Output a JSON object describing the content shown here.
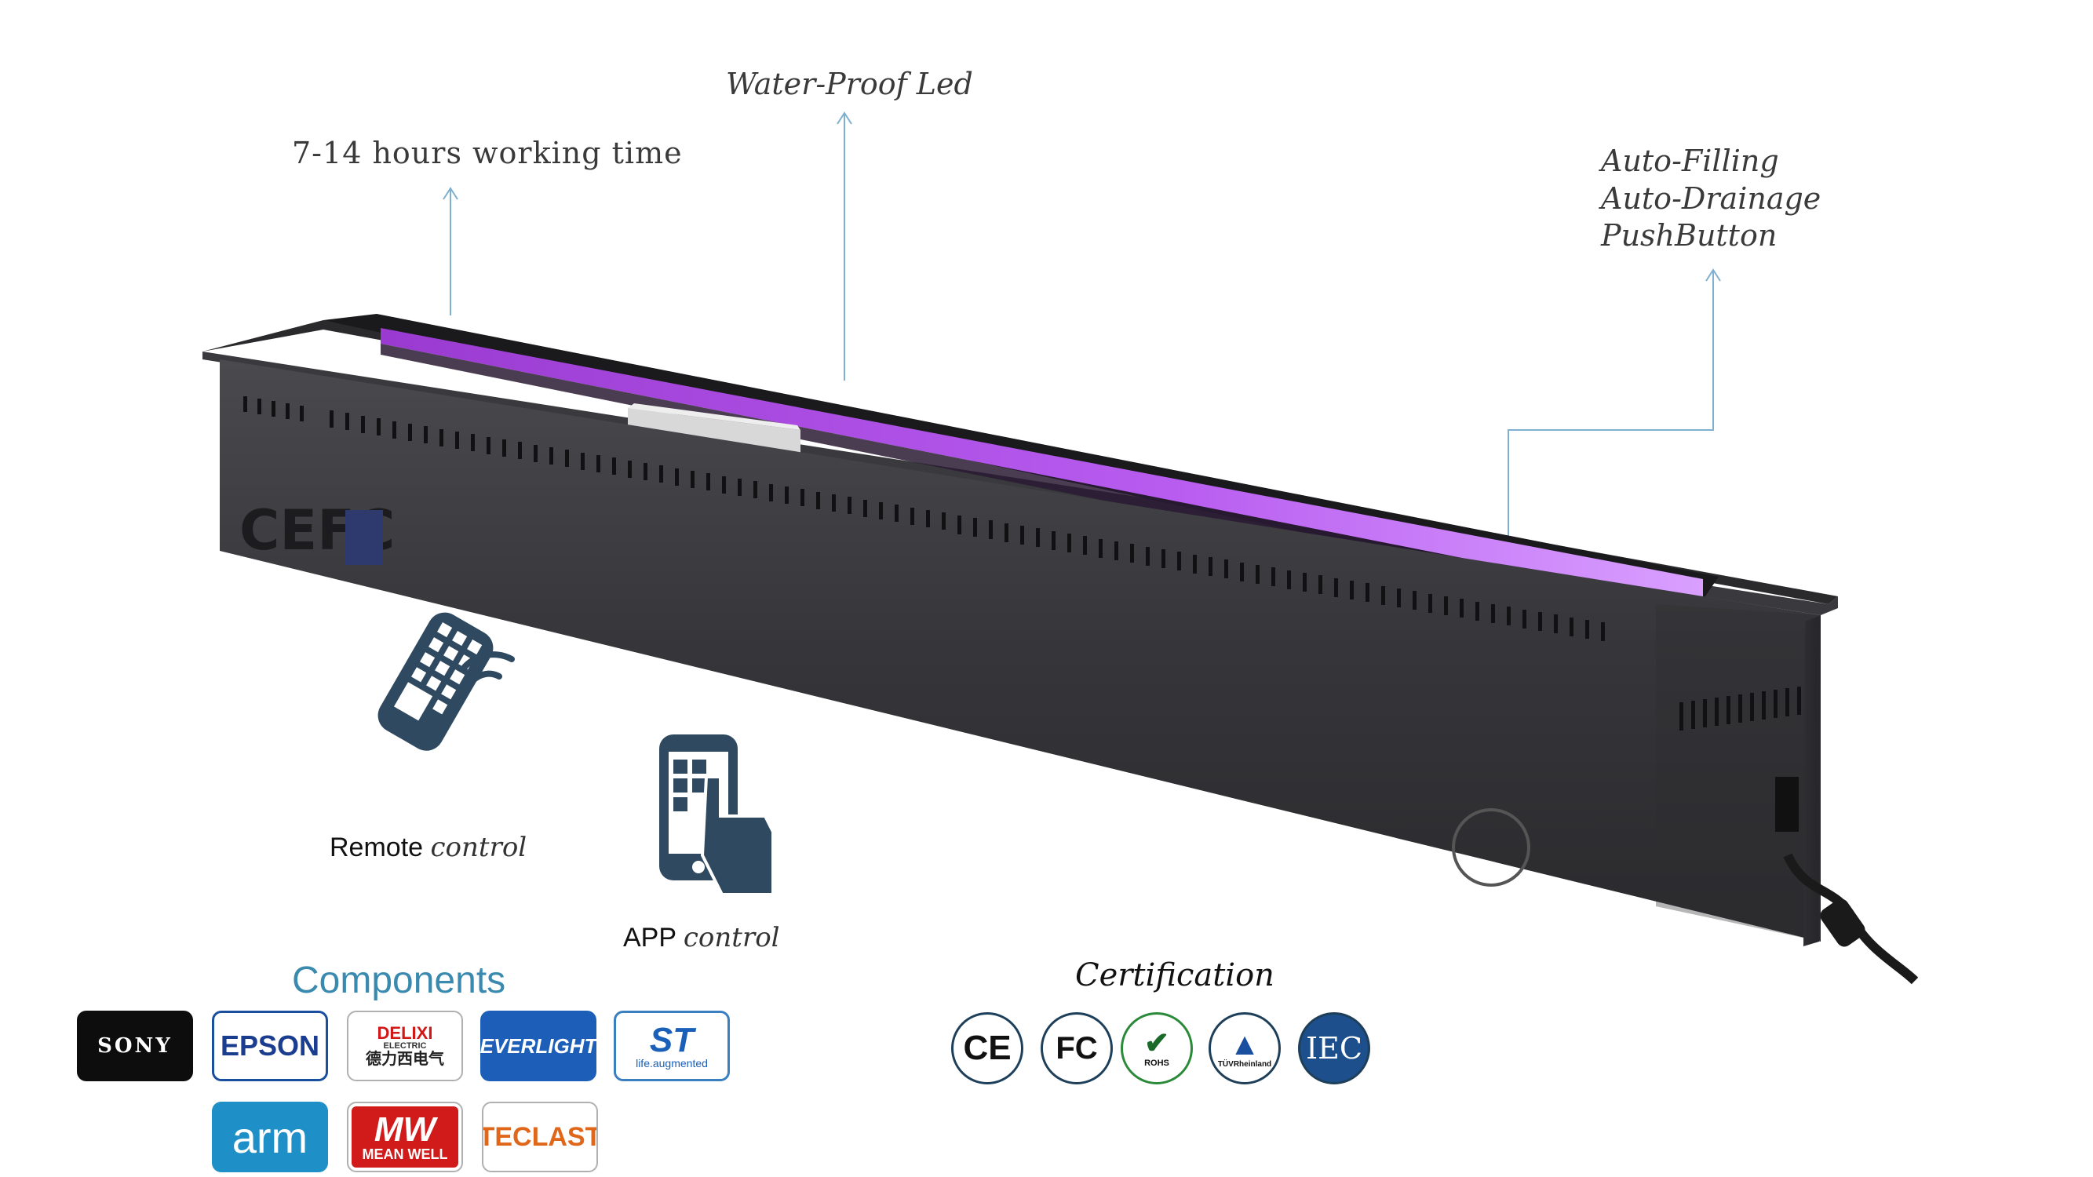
{
  "callouts": {
    "working_time": "7-14 hours  working time",
    "led": "Water-Proof Led",
    "auto_lines": [
      "Auto-Filling",
      "Auto-Drainage",
      "PushButton"
    ]
  },
  "controls": {
    "remote_prefix": "Remote",
    "remote_suffix": "control",
    "app_prefix": "APP",
    "app_suffix": "control"
  },
  "components": {
    "title": "Components",
    "logos": [
      {
        "name": "SONY"
      },
      {
        "name": "EPSON"
      },
      {
        "name": "DELIXI",
        "sub": "ELECTRIC",
        "cn": "德力西电气"
      },
      {
        "name": "EVERLIGHT"
      },
      {
        "name": "ST",
        "tagline": "life.augmented"
      },
      {
        "name": "arm"
      },
      {
        "name": "MW",
        "sub": "MEAN WELL"
      },
      {
        "name": "TECLAST"
      }
    ]
  },
  "certification": {
    "title": "Certification",
    "marks": [
      "CE",
      "FC",
      "ROHS",
      "TÜVRheinland",
      "IEC"
    ]
  },
  "colors": {
    "accent": "#3a8ab0",
    "led": "#b04de8",
    "body": "#3b3b3f"
  }
}
